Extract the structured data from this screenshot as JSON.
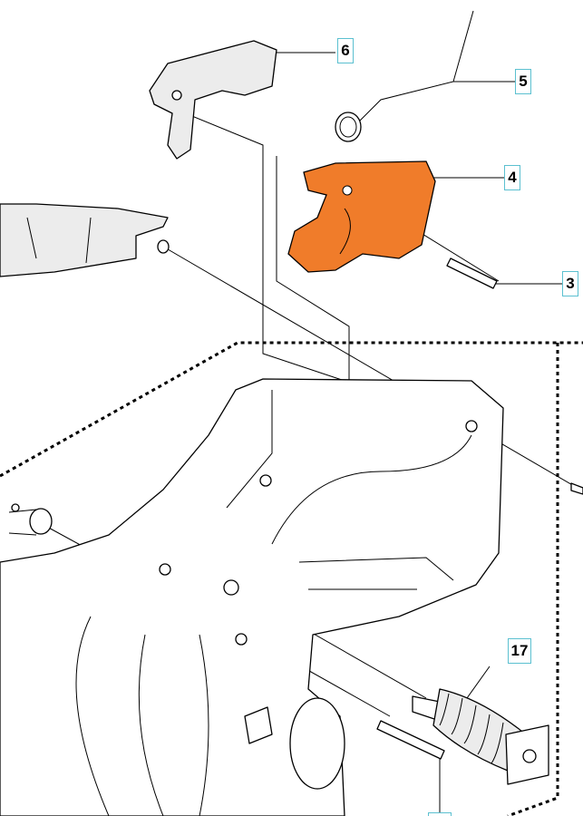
{
  "diagram": {
    "callouts": [
      {
        "id": "6",
        "label": "6"
      },
      {
        "id": "5",
        "label": "5"
      },
      {
        "id": "4",
        "label": "4"
      },
      {
        "id": "3",
        "label": "3"
      },
      {
        "id": "17",
        "label": "17"
      }
    ],
    "highlight_color": "#f07c2a",
    "callout_border_color": "#5bc0d0"
  }
}
